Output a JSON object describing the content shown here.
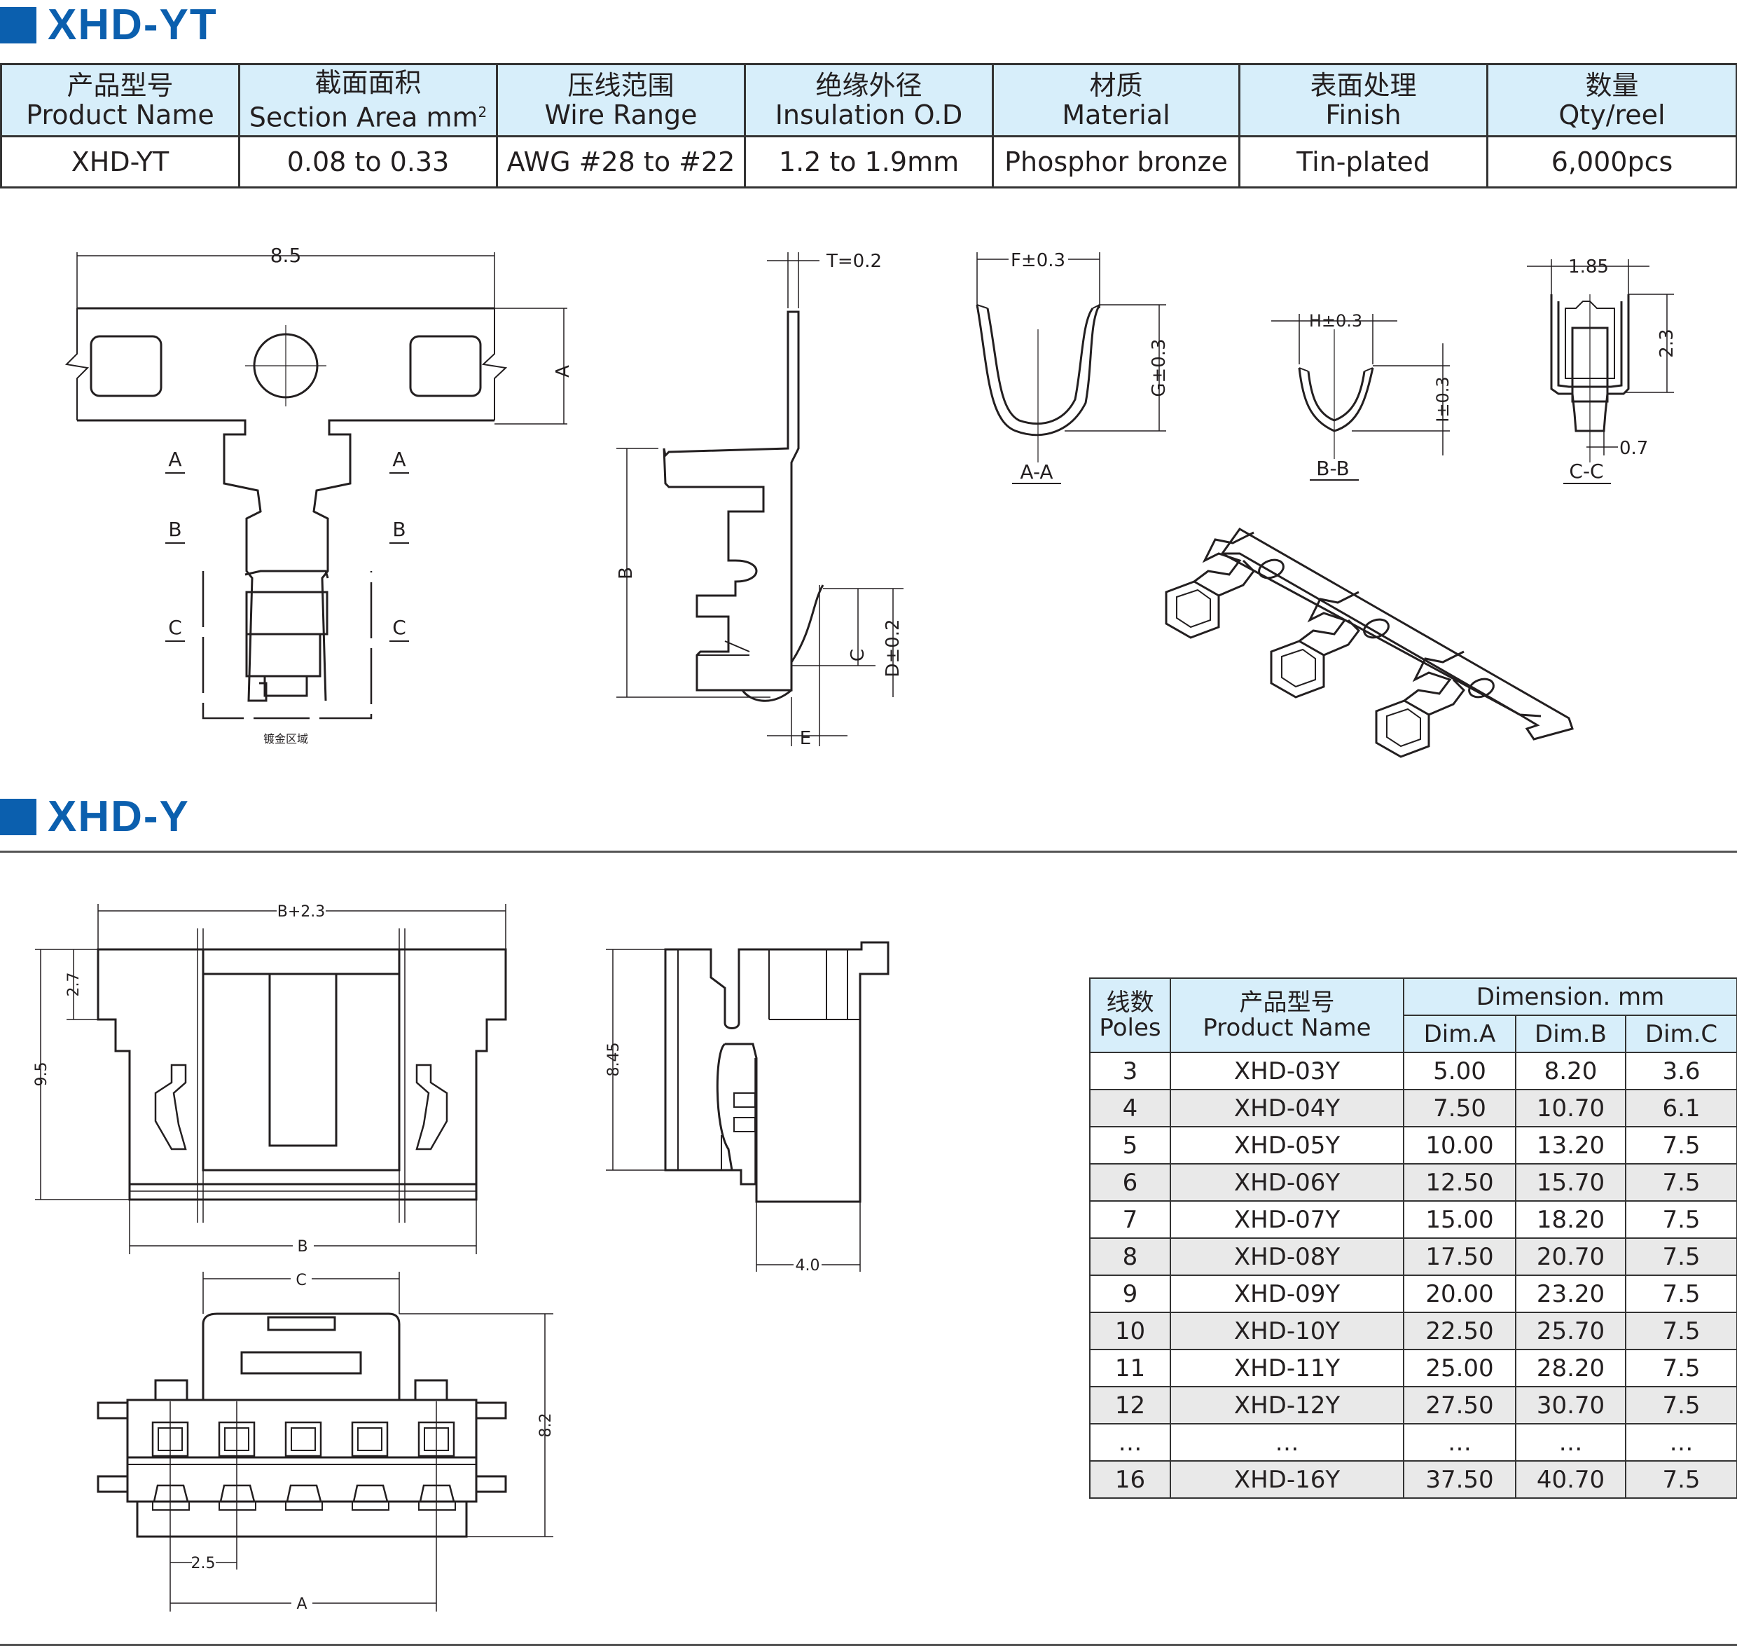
{
  "section1": {
    "title": "XHD-YT"
  },
  "section2": {
    "title": "XHD-Y"
  },
  "spec_table": {
    "headers": [
      {
        "cn": "产品型号",
        "en": "Product Name"
      },
      {
        "cn": "截面面积",
        "en": "Section Area mm",
        "sup": "2"
      },
      {
        "cn": "压线范围",
        "en": "Wire Range"
      },
      {
        "cn": "绝缘外径",
        "en": "Insulation O.D"
      },
      {
        "cn": "材质",
        "en": "Material"
      },
      {
        "cn": "表面处理",
        "en": "Finish"
      },
      {
        "cn": "数量",
        "en": "Qty/reel"
      }
    ],
    "row": [
      "XHD-YT",
      "0.08 to 0.33",
      "AWG #28 to #22",
      "1.2 to 1.9mm",
      "Phosphor bronze",
      "Tin-plated",
      "6,000pcs"
    ]
  },
  "terminal_drawing": {
    "dim_85": "8.5",
    "A": "A",
    "B": "B",
    "C": "C",
    "plating_note": "镀金区域",
    "T": "T=0.2",
    "D": "D±0.2",
    "E": "E",
    "F": "F±0.3",
    "G": "G±0.3",
    "sec_aa": "A-A",
    "H": "H±0.3",
    "I": "I±0.3",
    "sec_bb": "B-B",
    "dim_185": "1.85",
    "dim_23": "2.3",
    "dim_07": "0.7",
    "sec_cc": "C-C"
  },
  "housing_drawing": {
    "b23": "B+2.3",
    "d27": "2.7",
    "d95": "9.5",
    "B": "B",
    "d845": "8.45",
    "d40": "4.0",
    "C": "C",
    "d82": "8.2",
    "d25": "2.5",
    "A": "A"
  },
  "dim_table": {
    "h_poles_cn": "线数",
    "h_poles_en": "Poles",
    "h_name_cn": "产品型号",
    "h_name_en": "Product Name",
    "h_dim": "Dimension. mm",
    "h_a": "Dim.A",
    "h_b": "Dim.B",
    "h_c": "Dim.C",
    "rows": [
      [
        "3",
        "XHD-03Y",
        "5.00",
        "8.20",
        "3.6"
      ],
      [
        "4",
        "XHD-04Y",
        "7.50",
        "10.70",
        "6.1"
      ],
      [
        "5",
        "XHD-05Y",
        "10.00",
        "13.20",
        "7.5"
      ],
      [
        "6",
        "XHD-06Y",
        "12.50",
        "15.70",
        "7.5"
      ],
      [
        "7",
        "XHD-07Y",
        "15.00",
        "18.20",
        "7.5"
      ],
      [
        "8",
        "XHD-08Y",
        "17.50",
        "20.70",
        "7.5"
      ],
      [
        "9",
        "XHD-09Y",
        "20.00",
        "23.20",
        "7.5"
      ],
      [
        "10",
        "XHD-10Y",
        "22.50",
        "25.70",
        "7.5"
      ],
      [
        "11",
        "XHD-11Y",
        "25.00",
        "28.20",
        "7.5"
      ],
      [
        "12",
        "XHD-12Y",
        "27.50",
        "30.70",
        "7.5"
      ],
      [
        "…",
        "…",
        "…",
        "…",
        "…"
      ],
      [
        "16",
        "XHD-16Y",
        "37.50",
        "40.70",
        "7.5"
      ]
    ]
  }
}
